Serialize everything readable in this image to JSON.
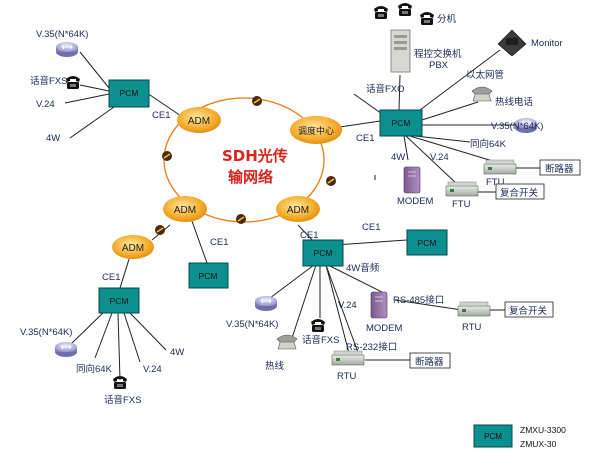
{
  "ring": {
    "line1": "SDH光传",
    "line2": "输网络"
  },
  "adm_label": "ADM",
  "dispatch_label": "调度中心",
  "pcm_label": "PCM",
  "ce1": "CE1",
  "labels": {
    "tl_v35": "V.35(N*64K)",
    "tl_fxs": "话音FXS",
    "tl_v24": "V.24",
    "tl_4w": "4W",
    "ext": "分机",
    "pbx_line1": "程控交换机",
    "pbx_line2": "PBX",
    "monitor": "Monitor",
    "ethernet": "以太网管",
    "fxo": "话音FXO",
    "hotline": "热线电话",
    "sync64k": "同向64K",
    "rv35": "V.35(N*64K)",
    "r4w": "4W",
    "rv24": "V.24",
    "ftu": "FTU",
    "breaker": "断路器",
    "compound_switch": "复合开关",
    "modem": "MODEM",
    "a4w": "4W音频",
    "rs485": "RS-485接口",
    "rtu": "RTU",
    "rs232": "RS-232接口",
    "bv35": "V.35(N*64K)",
    "bfxs": "话音FXS",
    "bv24": "V.24",
    "hotline_short": "热线",
    "lv35": "V.35(N*64K)",
    "lsync": "同向64K",
    "lv24": "V.24",
    "l4w": "4W",
    "lfxs": "话音FXS"
  },
  "legend": {
    "pcm": "PCM",
    "model1": "ZMXU-3300",
    "model2": "ZMUX-30"
  },
  "colors": {
    "pcm_fill": "#0b8f8f",
    "ring": "#e87a10",
    "adm_fill": "#f3a712",
    "label": "#1b2a55",
    "ring_text": "#d8241c"
  }
}
